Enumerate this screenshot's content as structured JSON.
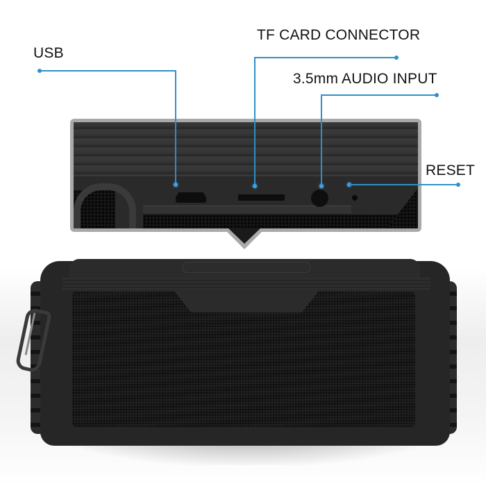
{
  "labels": {
    "usb": "USB",
    "tf_card": "TF CARD CONNECTOR",
    "audio_input": "3.5mm AUDIO INPUT",
    "reset": "RESET"
  },
  "colors": {
    "leader_line": "#2f8fc9",
    "callout_border": "#a9a9a9",
    "speaker_body": "#262626",
    "background": "#ffffff"
  },
  "diagram": {
    "subject": "Portable rugged bluetooth speaker",
    "callout": "Close-up of side port panel",
    "ports": [
      "USB",
      "TF CARD CONNECTOR",
      "3.5mm AUDIO INPUT",
      "RESET"
    ]
  }
}
